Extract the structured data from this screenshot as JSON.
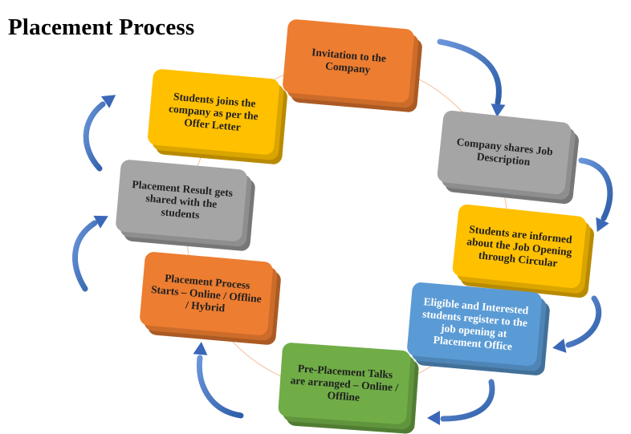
{
  "title": "Placement Process",
  "colors": {
    "orange": "#ED7D31",
    "gray": "#A5A5A5",
    "yellow": "#FFC000",
    "blue": "#5B9BD5",
    "green": "#70AD47",
    "arrow": "#4472C4",
    "ring": "#F4B183"
  },
  "steps": [
    {
      "id": "invitation",
      "color": "orange",
      "lines": [
        "Invitation to the",
        "Company"
      ]
    },
    {
      "id": "job-description",
      "color": "gray",
      "lines": [
        "Company shares Job",
        "Description"
      ]
    },
    {
      "id": "circular",
      "color": "yellow",
      "lines": [
        "Students are informed",
        "about the Job Opening",
        "through Circular"
      ]
    },
    {
      "id": "registration",
      "color": "blue",
      "lines": [
        "Eligible and Interested",
        "students register to the",
        "job opening at",
        "Placement Office"
      ]
    },
    {
      "id": "pre-placement",
      "color": "green",
      "lines": [
        "Pre-Placement Talks",
        "are arranged – Online /",
        "Offline"
      ]
    },
    {
      "id": "process-starts",
      "color": "orange",
      "lines": [
        "Placement Process",
        "Starts – Online / Offline",
        "/ Hybrid"
      ]
    },
    {
      "id": "result",
      "color": "gray",
      "lines": [
        "Placement Result gets",
        "shared with the",
        "students"
      ]
    },
    {
      "id": "joining",
      "color": "yellow",
      "lines": [
        "Students joins the",
        "company as per the",
        "Offer Letter"
      ]
    }
  ]
}
